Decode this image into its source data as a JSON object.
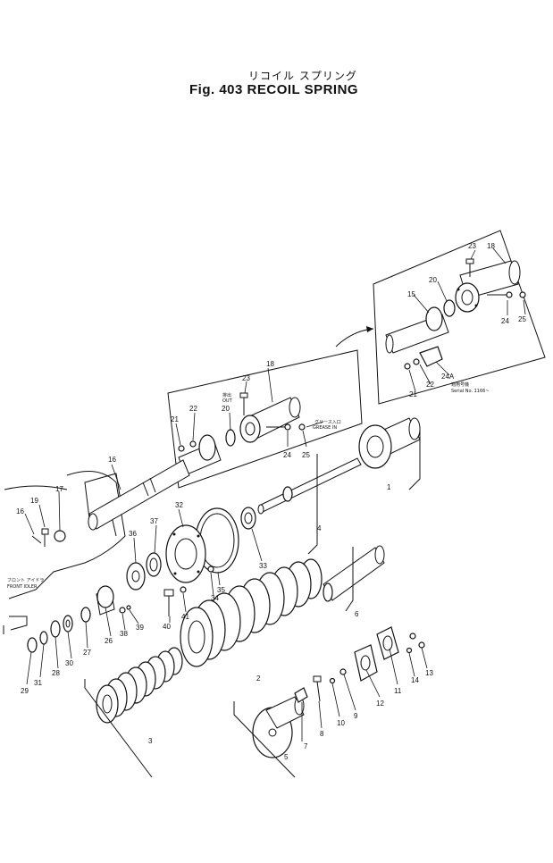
{
  "title": {
    "japanese": "リコイル スプリング",
    "english": "Fig. 403 RECOIL SPRING"
  },
  "annotations": {
    "grease_in_jp": "グリース入口",
    "grease_in": "GREASE IN",
    "grease_out_jp": "排出",
    "grease_out": "OUT",
    "front_idler_jp": "フロント アイドラ",
    "front_idler": "FRONT IDLER",
    "serial_jp": "適用号機",
    "serial": "Serial No. 1166~"
  },
  "part_numbers": [
    "1",
    "2",
    "3",
    "4",
    "5",
    "6",
    "7",
    "8",
    "9",
    "10",
    "11",
    "12",
    "13",
    "14",
    "15",
    "16",
    "17",
    "18",
    "19",
    "20",
    "21",
    "22",
    "23",
    "24",
    "24A",
    "25",
    "26",
    "27",
    "28",
    "29",
    "30",
    "31",
    "32",
    "33",
    "34",
    "35",
    "36",
    "37",
    "38",
    "39",
    "40",
    "41"
  ]
}
